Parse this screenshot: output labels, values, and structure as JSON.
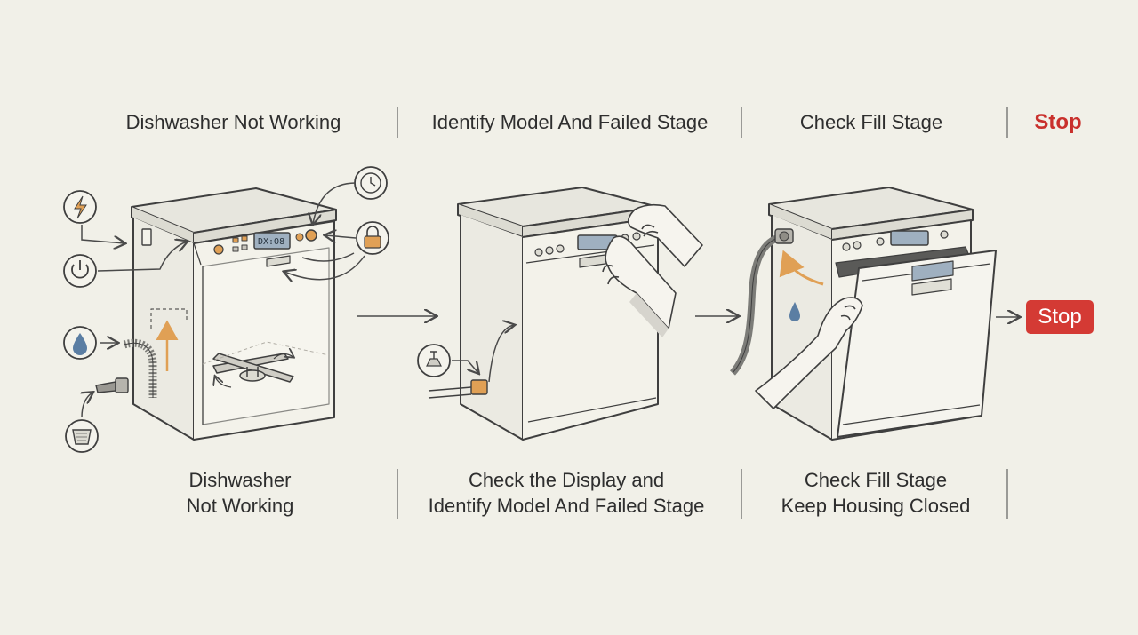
{
  "header": {
    "step1": "Dishwasher Not Working",
    "step2": "Identify Model And Failed Stage",
    "step3": "Check Fill Stage",
    "step4": "Stop"
  },
  "captions": {
    "step1_line1": "Dishwasher",
    "step1_line2": "Not Working",
    "step2_line1": "Check the Display and",
    "step2_line2": "Identify Model And Failed Stage",
    "step3_line1": "Check Fill Stage",
    "step3_line2": "Keep Housing Closed"
  },
  "stop_badge": "Stop",
  "icons": [
    "power-icon",
    "reset-icon",
    "water-drop-icon",
    "filter-icon",
    "clock-icon",
    "lock-icon",
    "water-valve-icon"
  ],
  "colors": {
    "background": "#f1f0e8",
    "accent_orange": "#e0a055",
    "stop_red": "#d43a34",
    "water_blue": "#5b7ea3",
    "line": "#4a4a4a"
  }
}
